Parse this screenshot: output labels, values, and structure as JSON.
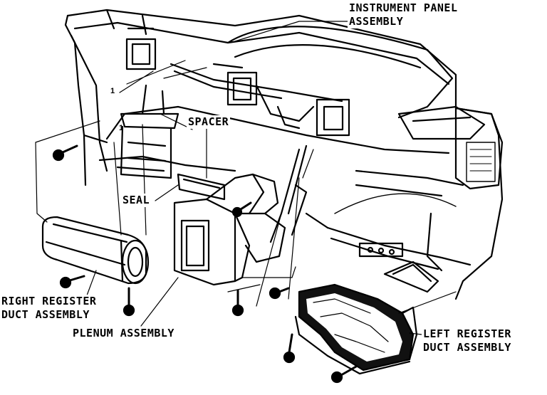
{
  "diagram": {
    "labels": {
      "instrument_panel": [
        "INSTRUMENT PANEL",
        "ASSEMBLY"
      ],
      "spacer": "SPACER",
      "seal": "SEAL",
      "right_register": [
        "RIGHT REGISTER",
        "DUCT ASSEMBLY"
      ],
      "plenum": "PLENUM ASSEMBLY",
      "left_register": [
        "LEFT REGISTER",
        "DUCT ASSEMBLY"
      ],
      "callout_1a": "1",
      "callout_1b": "1"
    },
    "colors": {
      "ink": "#000000",
      "paper": "#ffffff"
    }
  }
}
